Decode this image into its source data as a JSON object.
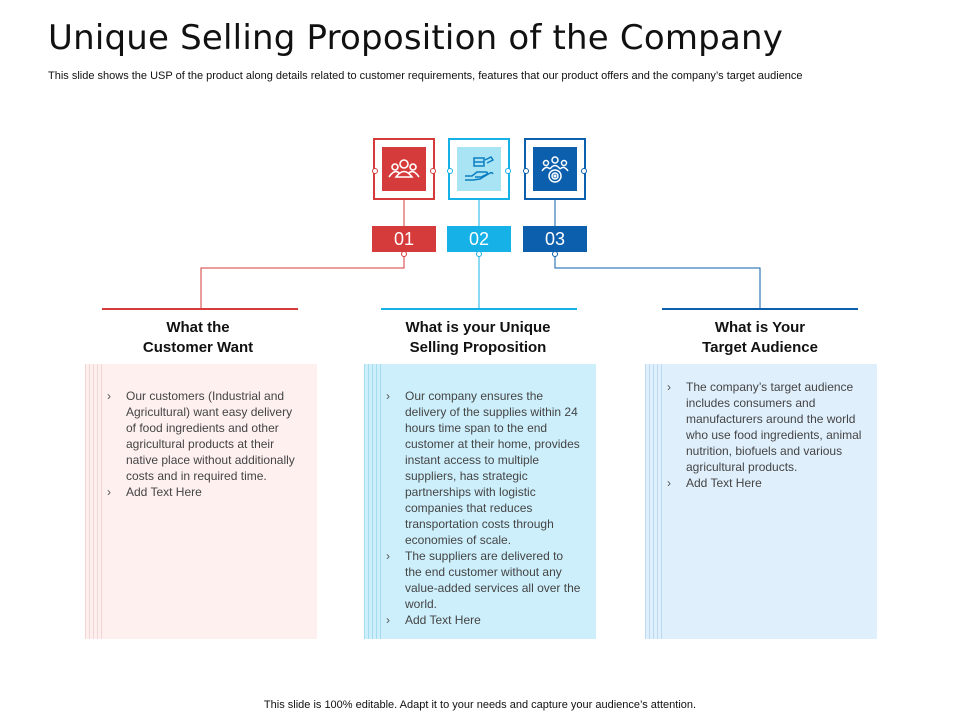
{
  "title": "Unique Selling Proposition of the Company",
  "subtitle": "This slide shows the USP of the product along details related to customer requirements, features that our product offers and the company’s target audience",
  "footer": "This slide is 100% editable. Adapt it to your needs and capture your audience’s attention.",
  "colors": {
    "red": "#d63b3b",
    "light_blue": "#16b1e6",
    "dark_blue": "#0c5fad"
  },
  "steps": [
    {
      "number": "01",
      "icon": "customers-group-icon",
      "heading_line1": "What the",
      "heading_line2": "Customer Want",
      "bullets": [
        "Our customers (Industrial and Agricultural) want easy delivery of food ingredients and other agricultural products at their native place without additionally costs and in required  time.",
        "Add Text Here"
      ]
    },
    {
      "number": "02",
      "icon": "hand-delivery-icon",
      "heading_line1": "What is your Unique",
      "heading_line2": "Selling Proposition",
      "bullets": [
        "Our company ensures the delivery of the supplies within 24 hours time span to the end customer at their home, provides  instant access to multiple suppliers, has strategic partnerships with logistic companies that reduces transportation costs through economies of scale.",
        "The suppliers are delivered  to the end customer without any value-added  services all over the world.",
        "Add Text Here"
      ]
    },
    {
      "number": "03",
      "icon": "target-audience-icon",
      "heading_line1": "What is Your",
      "heading_line2": "Target Audience",
      "bullets": [
        "The company’s target audience includes consumers and manufacturers around the world who use food ingredients, animal nutrition, biofuels and various agricultural products.",
        "Add Text Here"
      ]
    }
  ]
}
